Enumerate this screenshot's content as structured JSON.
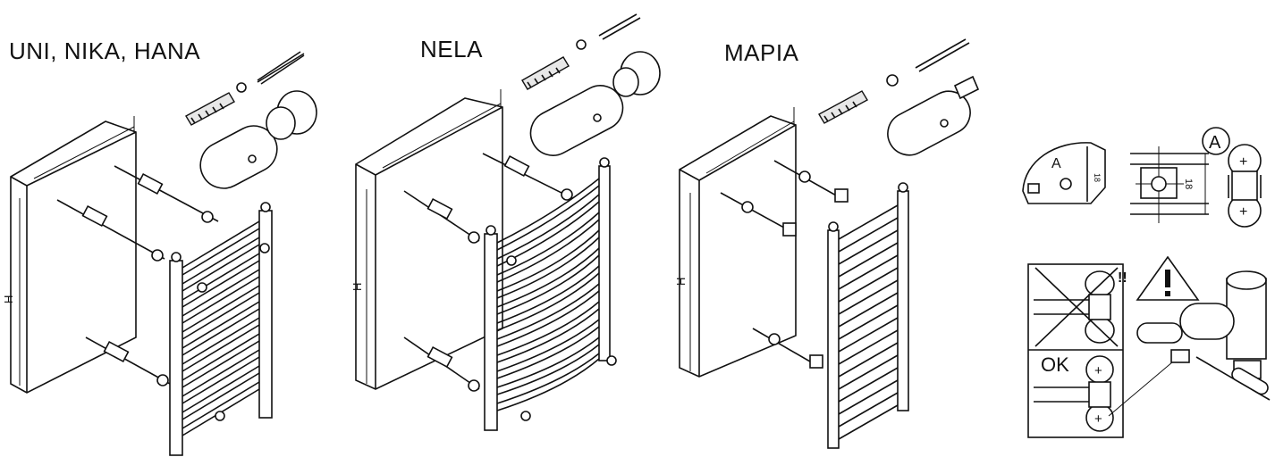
{
  "models": [
    {
      "id": "uni",
      "title": "UNI, NIKA, HANA"
    },
    {
      "id": "nela",
      "title": "NELA"
    },
    {
      "id": "mapia",
      "title": "MAPIA"
    }
  ],
  "dimension_label": "H",
  "detail": {
    "label_a": "A",
    "ok_label": "OK",
    "exclaim": "!!",
    "plus": "+",
    "dim_18": "18"
  }
}
